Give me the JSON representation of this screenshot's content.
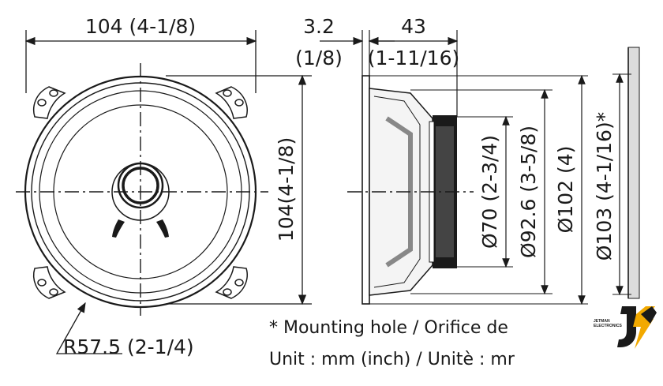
{
  "dimensions": {
    "front_width": "104 (4-1/8)",
    "depth_front": "3.2",
    "depth_front_inch": "(1/8)",
    "depth_total": "43",
    "depth_total_inch": "(1-11/16)",
    "front_height": "104(4-1/8)",
    "diameter_70": "Ø70 (2-3/4)",
    "diameter_92_6": "Ø92.6 (3-5/8)",
    "diameter_102": "Ø102 (4)",
    "diameter_103": "Ø103 (4-1/16)*",
    "radius": "R57.5 (2-1/4)"
  },
  "notes": {
    "mounting_hole": "* Mounting hole / Orifice de",
    "unit": "Unit : mm (inch) / Unitè : mr"
  },
  "logo": {
    "text_line1": "JETMAN",
    "text_line2": "ELECTRONICS",
    "icon": "jm-lightning-logo",
    "color": "#f2a900"
  }
}
